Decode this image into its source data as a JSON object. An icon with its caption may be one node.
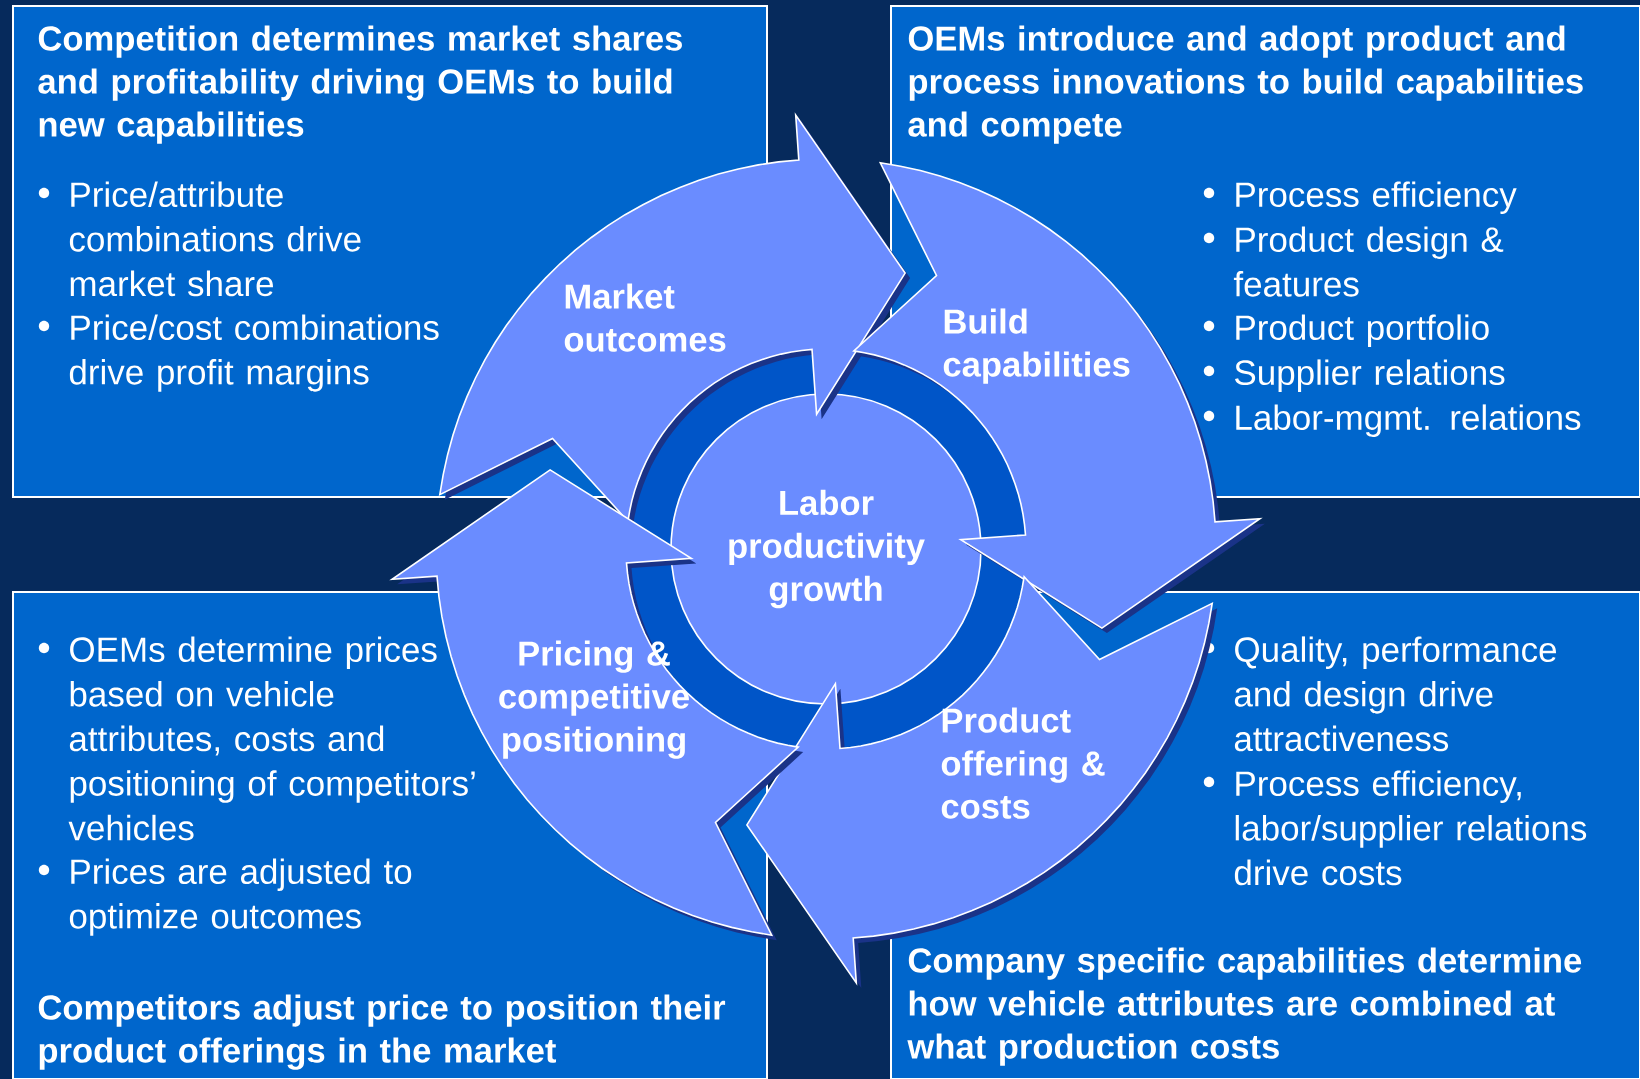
{
  "diagram": {
    "nodes": [
      {
        "text": [
          "Competition determines market shares and profitability driving OEMs to build new capabilities",
          "Price/attribute combinations drive market share",
          "Price/cost combinations drive profit margins"
        ]
      },
      {
        "text": [
          "OEMs introduce and adopt product and process innovations to build capabilities and compete",
          "Process efficiency",
          "Product design & features",
          "Product portfolio",
          "Supplier relations",
          "Labor-mgmt. relations"
        ]
      },
      {
        "text": [
          "OEMs determine prices based on vehicle attributes, costs and positioning of competitors’ vehicles",
          "Prices are adjusted to optimize outcomes",
          "Competitors adjust price to position their product offerings in the market"
        ]
      },
      {
        "text": [
          "Quality, performance and design drive attractiveness",
          "Process efficiency, labor/supplier relations drive costs",
          "Company specific capabilities determine how vehicle attributes are combined at what production costs"
        ]
      },
      {
        "text": [
          "Market outcomes"
        ]
      },
      {
        "text": [
          "Build capabilities"
        ]
      },
      {
        "text": [
          "Labor productivity growth"
        ]
      },
      {
        "text": [
          "Pricing & competitive positioning"
        ]
      },
      {
        "text": [
          "Product offering & costs"
        ]
      }
    ]
  }
}
